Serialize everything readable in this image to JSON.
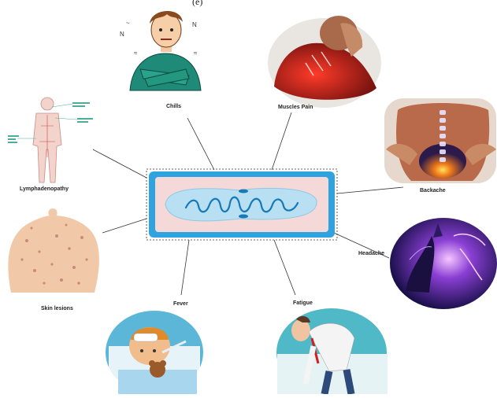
{
  "top_clip_text": "(e)",
  "center": {
    "description_icon": "spirochete-bacterium-icon",
    "fill_outer": "#2fa3df",
    "fill_inner": "#f4d9d8",
    "bacterium_fill": "#b9dff2",
    "bacterium_stroke": "#1679b8"
  },
  "symptoms": [
    {
      "id": "chills",
      "label": "Chills",
      "icon": "shivering-person-icon"
    },
    {
      "id": "muscles-pain",
      "label": "Muscles Pain",
      "icon": "shoulder-muscle-pain-icon"
    },
    {
      "id": "backache",
      "label": "Backache",
      "icon": "lower-back-pain-icon"
    },
    {
      "id": "headache",
      "label": "Headache",
      "icon": "head-pain-icon"
    },
    {
      "id": "fatigue",
      "label": "Fatigue",
      "icon": "tired-person-icon"
    },
    {
      "id": "fever",
      "label": "Fever",
      "icon": "sick-child-thermometer-icon"
    },
    {
      "id": "skin-lesions",
      "label": "Skin lesions",
      "icon": "skin-lesions-back-icon"
    },
    {
      "id": "lymphadenopathy",
      "label": "Lymphadenopathy",
      "icon": "lymph-node-body-icon"
    }
  ]
}
